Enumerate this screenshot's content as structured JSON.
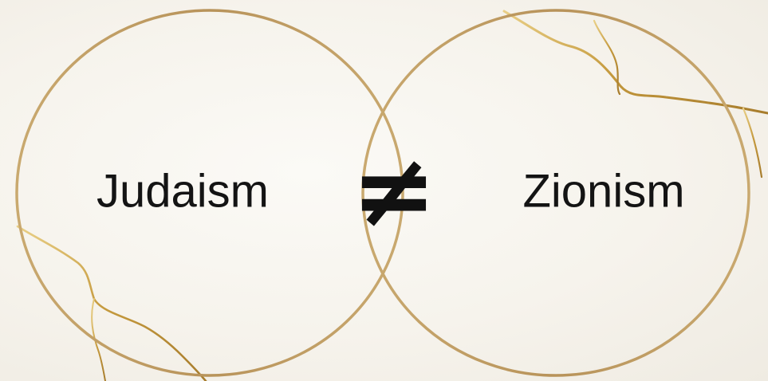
{
  "diagram": {
    "type": "venn",
    "left_set": {
      "label": "Judaism"
    },
    "right_set": {
      "label": "Zionism"
    },
    "operator": {
      "symbol": "≠",
      "meaning": "not-equal"
    },
    "colors": {
      "background": "#f6f3ec",
      "circle_stroke": "#c4a06a",
      "vein_gold": "#cfa74a",
      "text": "#141414"
    }
  }
}
